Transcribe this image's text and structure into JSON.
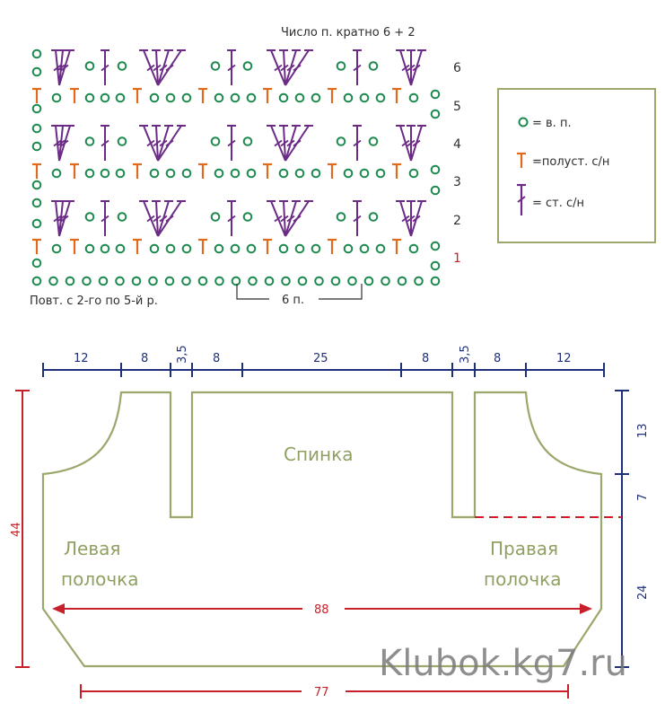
{
  "chart": {
    "header": "Число п. кратно 6 + 2",
    "repeat_note": "Повт. с 2-го по 5-й р.",
    "repeat_width": "6 п.",
    "rows": [
      "6",
      "5",
      "4",
      "3",
      "2",
      "1"
    ]
  },
  "legend": {
    "chain": "= в. п.",
    "sc": "=полуст. с/н",
    "dc": "= ст. с/н"
  },
  "schematic": {
    "top_dims": [
      "12",
      "8",
      "3,5",
      "8",
      "25",
      "8",
      "3,5",
      "8",
      "12"
    ],
    "right_dims": [
      "13",
      "7",
      "24"
    ],
    "left_dim": "44",
    "inner_width": "88",
    "bottom_width": "77",
    "back_label": "Спинка",
    "left_front": [
      "Левая",
      "полочка"
    ],
    "right_front": [
      "Правая",
      "полочка"
    ]
  },
  "watermark": "Klubok.kg7.ru",
  "colors": {
    "chain": "#1e8a4f",
    "sc": "#e06a1c",
    "dc": "#6b2a86",
    "outline": "#9aa86c",
    "blue": "#1f2f7a",
    "red": "#c8202a"
  }
}
